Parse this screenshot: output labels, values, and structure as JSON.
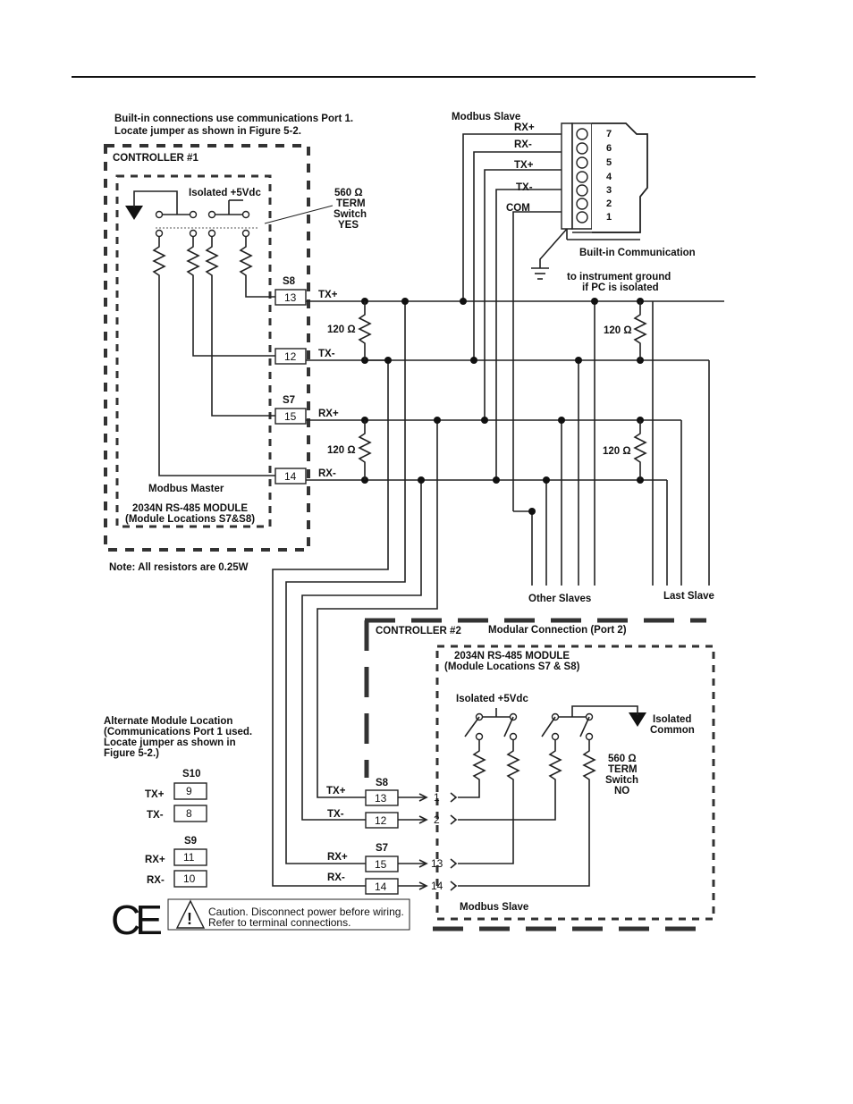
{
  "top_note": [
    "Built-in connections use communications Port 1.",
    "Locate jumper as shown in Figure 5-2."
  ],
  "controller1": {
    "title": "CONTROLLER #1",
    "isolated_5v": "Isolated +5Vdc",
    "term": [
      "560 Ω",
      "TERM",
      "Switch",
      "YES"
    ],
    "s8_label": "S8",
    "s7_label": "S7",
    "terminals": [
      "13",
      "12",
      "15",
      "14"
    ],
    "signals": [
      "TX+",
      "TX-",
      "RX+",
      "RX-"
    ],
    "master_label": "Modbus Master",
    "module_label": [
      "2034N RS-485 MODULE",
      "(Module Locations S7&S8)"
    ]
  },
  "resistor_note": "Note: All resistors are 0.25W",
  "resistor_120": "120 Ω",
  "modbus_slave_top": {
    "title": "Modbus Slave",
    "signals": [
      "RX+",
      "RX-",
      "TX+",
      "TX-",
      "COM"
    ],
    "pins": [
      "7",
      "6",
      "5",
      "4",
      "3",
      "2",
      "1"
    ],
    "caption": "Built-in Communication",
    "ground_note": [
      "to instrument ground",
      "if PC is isolated"
    ]
  },
  "other_slaves": "Other Slaves",
  "last_slave": "Last Slave",
  "controller2": {
    "title": "CONTROLLER #2",
    "connection": "Modular Connection (Port 2)",
    "module_label": [
      "2034N RS-485 MODULE",
      "(Module Locations S7 & S8)"
    ],
    "isolated_5v": "Isolated +5Vdc",
    "isolated_common": [
      "Isolated",
      "Common"
    ],
    "term": [
      "560 Ω",
      "TERM",
      "Switch",
      "NO"
    ],
    "s8_label": "S8",
    "s7_label": "S7",
    "terminals": [
      "13",
      "12",
      "15",
      "14"
    ],
    "signals": [
      "TX+",
      "TX-",
      "RX+",
      "RX-"
    ],
    "pin_numbers": [
      "1",
      "2",
      "13",
      "14"
    ],
    "slave_label": "Modbus Slave"
  },
  "alternate": {
    "heading": [
      "Alternate Module Location",
      "(Communications Port 1 used.",
      "Locate jumper as shown in",
      "Figure 5-2.)"
    ],
    "s10_label": "S10",
    "s9_label": "S9",
    "rows": [
      {
        "signal": "TX+",
        "terminal": "9"
      },
      {
        "signal": "TX-",
        "terminal": "8"
      },
      {
        "signal": "RX+",
        "terminal": "11"
      },
      {
        "signal": "RX-",
        "terminal": "10"
      }
    ]
  },
  "ce_mark": "CE",
  "caution": [
    "Caution. Disconnect power before wiring.",
    "Refer to terminal connections."
  ]
}
